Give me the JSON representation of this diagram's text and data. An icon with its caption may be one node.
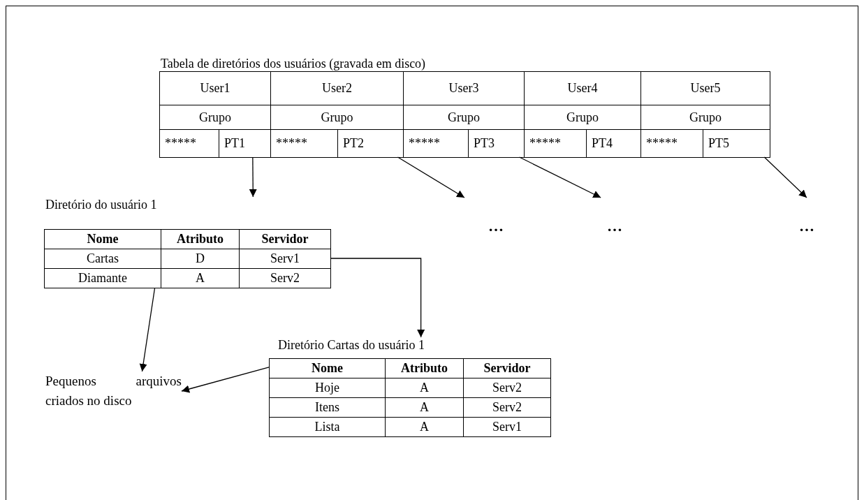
{
  "diagram": {
    "nodes": [
      {
        "text": [
          "Tabela de diretórios dos usuários (gravada em disco)"
        ]
      },
      {
        "text": [
          "User1"
        ],
        "in": 0
      },
      {
        "text": [
          "User2"
        ],
        "in": 0
      },
      {
        "text": [
          "User3"
        ],
        "in": 0
      },
      {
        "text": [
          "User4"
        ],
        "in": 0
      },
      {
        "text": [
          "User5"
        ],
        "in": 0
      },
      {
        "text": [
          "Grupo"
        ],
        "in": 0
      },
      {
        "text": [
          "Grupo"
        ],
        "in": 0
      },
      {
        "text": [
          "Grupo"
        ],
        "in": 0
      },
      {
        "text": [
          "Grupo"
        ],
        "in": 0
      },
      {
        "text": [
          "Grupo"
        ],
        "in": 0
      },
      {
        "text": [
          "*****"
        ],
        "in": 0
      },
      {
        "text": [
          "PT1"
        ],
        "in": 0
      },
      {
        "text": [
          "*****"
        ],
        "in": 0
      },
      {
        "text": [
          "PT2"
        ],
        "in": 0
      },
      {
        "text": [
          "*****"
        ],
        "in": 0
      },
      {
        "text": [
          "PT3"
        ],
        "in": 0
      },
      {
        "text": [
          "*****"
        ],
        "in": 0
      },
      {
        "text": [
          "PT4"
        ],
        "in": 0
      },
      {
        "text": [
          "*****"
        ],
        "in": 0
      },
      {
        "text": [
          "PT5"
        ],
        "in": 0
      },
      {
        "text": [
          "…"
        ]
      },
      {
        "text": [
          "…"
        ]
      },
      {
        "text": [
          "…"
        ]
      },
      {
        "text": [
          "Diretório do usuário 1"
        ]
      },
      {
        "text": [
          "Nome"
        ],
        "in": 24
      },
      {
        "text": [
          "Atributo"
        ],
        "in": 24
      },
      {
        "text": [
          "Servidor"
        ],
        "in": 24
      },
      {
        "text": [
          "Cartas"
        ],
        "in": 24
      },
      {
        "text": [
          "D"
        ],
        "in": 24
      },
      {
        "text": [
          "Serv1"
        ],
        "in": 24
      },
      {
        "text": [
          "Diamante"
        ],
        "in": 24
      },
      {
        "text": [
          "A"
        ],
        "in": 24
      },
      {
        "text": [
          "Serv2"
        ],
        "in": 24
      },
      {
        "text": [
          "Diretório Cartas do usuário 1"
        ]
      },
      {
        "text": [
          "Nome"
        ],
        "in": 34
      },
      {
        "text": [
          "Atributo"
        ],
        "in": 34
      },
      {
        "text": [
          "Servidor"
        ],
        "in": 34
      },
      {
        "text": [
          "Hoje"
        ],
        "in": 34
      },
      {
        "text": [
          "A"
        ],
        "in": 34
      },
      {
        "text": [
          "Serv2"
        ],
        "in": 34
      },
      {
        "text": [
          "Itens"
        ],
        "in": 34
      },
      {
        "text": [
          "A"
        ],
        "in": 34
      },
      {
        "text": [
          "Serv2"
        ],
        "in": 34
      },
      {
        "text": [
          "Lista"
        ],
        "in": 34
      },
      {
        "text": [
          "A"
        ],
        "in": 34
      },
      {
        "text": [
          "Serv1"
        ],
        "in": 34
      },
      {
        "text": [
          "Pequenos arquivos criados no disco"
        ]
      }
    ],
    "edges": [
      {
        "from": 12,
        "to": 24,
        "arrow": "to"
      },
      {
        "from": 14,
        "to": 21,
        "arrow": "to"
      },
      {
        "from": 16,
        "to": 22,
        "arrow": "to"
      },
      {
        "from": 20,
        "to": 23,
        "arrow": "to"
      },
      {
        "from": 30,
        "to": 34,
        "arrow": "to"
      },
      {
        "from": 31,
        "to": 47,
        "arrow": "to"
      },
      {
        "from": 34,
        "to": 47,
        "arrow": "to"
      }
    ]
  }
}
